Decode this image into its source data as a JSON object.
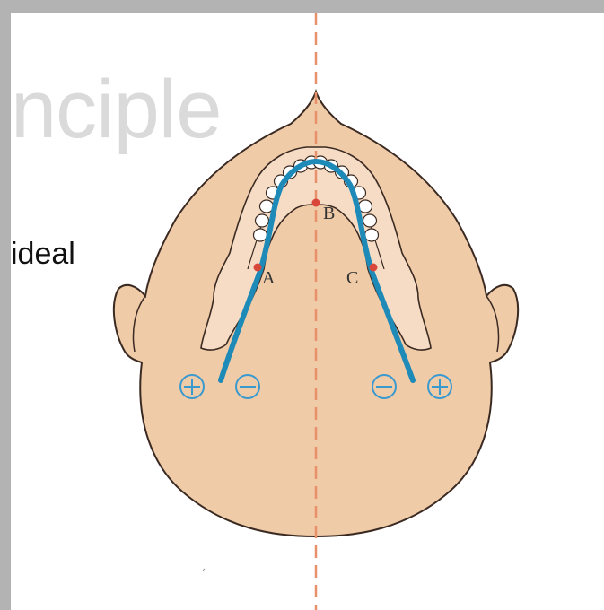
{
  "slide": {
    "title_fragment": "nciple",
    "body_fragment": "ideal"
  },
  "diagram": {
    "points": [
      {
        "id": "A",
        "label": "A"
      },
      {
        "id": "B",
        "label": "B"
      },
      {
        "id": "C",
        "label": "C"
      }
    ],
    "polarity_left": {
      "plus": "plus-icon",
      "minus": "minus-icon"
    },
    "polarity_right": {
      "minus": "minus-icon",
      "plus": "plus-icon"
    },
    "colors": {
      "skin": "#f0cba8",
      "outline": "#3a2a22",
      "electrode": "#1e8ab8",
      "marker": "#d9473a",
      "midline": "#e8906a",
      "teeth": "#ffffff"
    }
  }
}
